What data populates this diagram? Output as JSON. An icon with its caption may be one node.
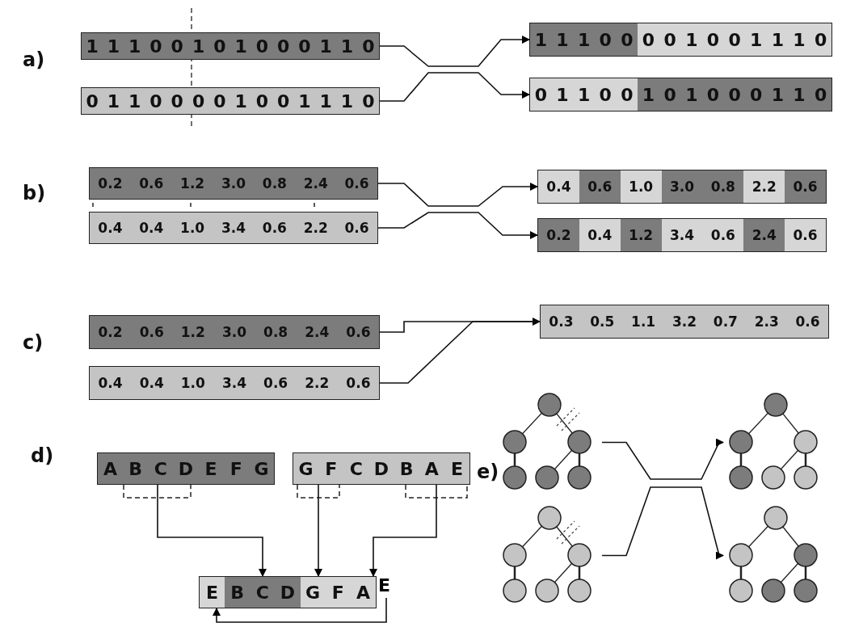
{
  "diagram": {
    "nodes": [
      {
        "text": [
          "1 1 1 0 0 1 0 1 0 0 0 1 1 0"
        ]
      },
      {
        "text": [
          "0 1 1 0 0 0 0 1 0 0 1 1 1 0"
        ]
      },
      {
        "text": [
          "1 1 1 0 0 0 0 1 0 0 1 1 1 0"
        ]
      },
      {
        "text": [
          "0 1 1 0 0 1 0 1 0 0 0 1 1 0"
        ]
      },
      {
        "text": [
          "0.2 0.6 1.2 3.0 0.8 2.4 0.6"
        ]
      },
      {
        "text": [
          "0.4 0.4 1.0 3.4 0.6 2.2 0.6"
        ]
      },
      {
        "text": [
          "0.4 0.6 1.0 3.0 0.8 2.2 0.6"
        ]
      },
      {
        "text": [
          "0.2 0.4 1.2 3.4 0.6 2.4 0.6"
        ]
      },
      {
        "text": [
          "0.2 0.6 1.2 3.0 0.8 2.4 0.6"
        ]
      },
      {
        "text": [
          "0.4 0.4 1.0 3.4 0.6 2.2 0.6"
        ]
      },
      {
        "text": [
          "0.3 0.5 1.1 3.2 0.7 2.3 0.6"
        ]
      },
      {
        "text": [
          "A B C D E F G"
        ]
      },
      {
        "text": [
          "G F C D B A E"
        ]
      },
      {
        "text": [
          "E B C D G F A"
        ]
      },
      {
        "text": [
          "E"
        ]
      },
      {
        "text": [],
        "shape": "picture"
      },
      {
        "text": [],
        "shape": "picture"
      },
      {
        "text": [],
        "shape": "picture"
      },
      {
        "text": [],
        "shape": "picture"
      }
    ],
    "edges": [
      {
        "from": 0,
        "to": 2,
        "arrow": "to"
      },
      {
        "from": 1,
        "to": 3,
        "arrow": "to"
      },
      {
        "from": 4,
        "to": 6,
        "arrow": "to"
      },
      {
        "from": 5,
        "to": 7,
        "arrow": "to"
      },
      {
        "from": 8,
        "to": 10,
        "arrow": "to"
      },
      {
        "from": 9,
        "to": 10,
        "arrow": "none"
      },
      {
        "from": 11,
        "to": 13,
        "arrow": "to"
      },
      {
        "from": 12,
        "to": 13,
        "arrow": "to"
      },
      {
        "from": 12,
        "to": 13,
        "arrow": "to"
      },
      {
        "from": 14,
        "to": 13,
        "arrow": "to"
      },
      {
        "from": 15,
        "to": 17,
        "arrow": "to"
      },
      {
        "from": 16,
        "to": 18,
        "arrow": "to"
      }
    ],
    "labels": [
      "a)",
      "b)",
      "c)",
      "d)",
      "e)"
    ]
  }
}
